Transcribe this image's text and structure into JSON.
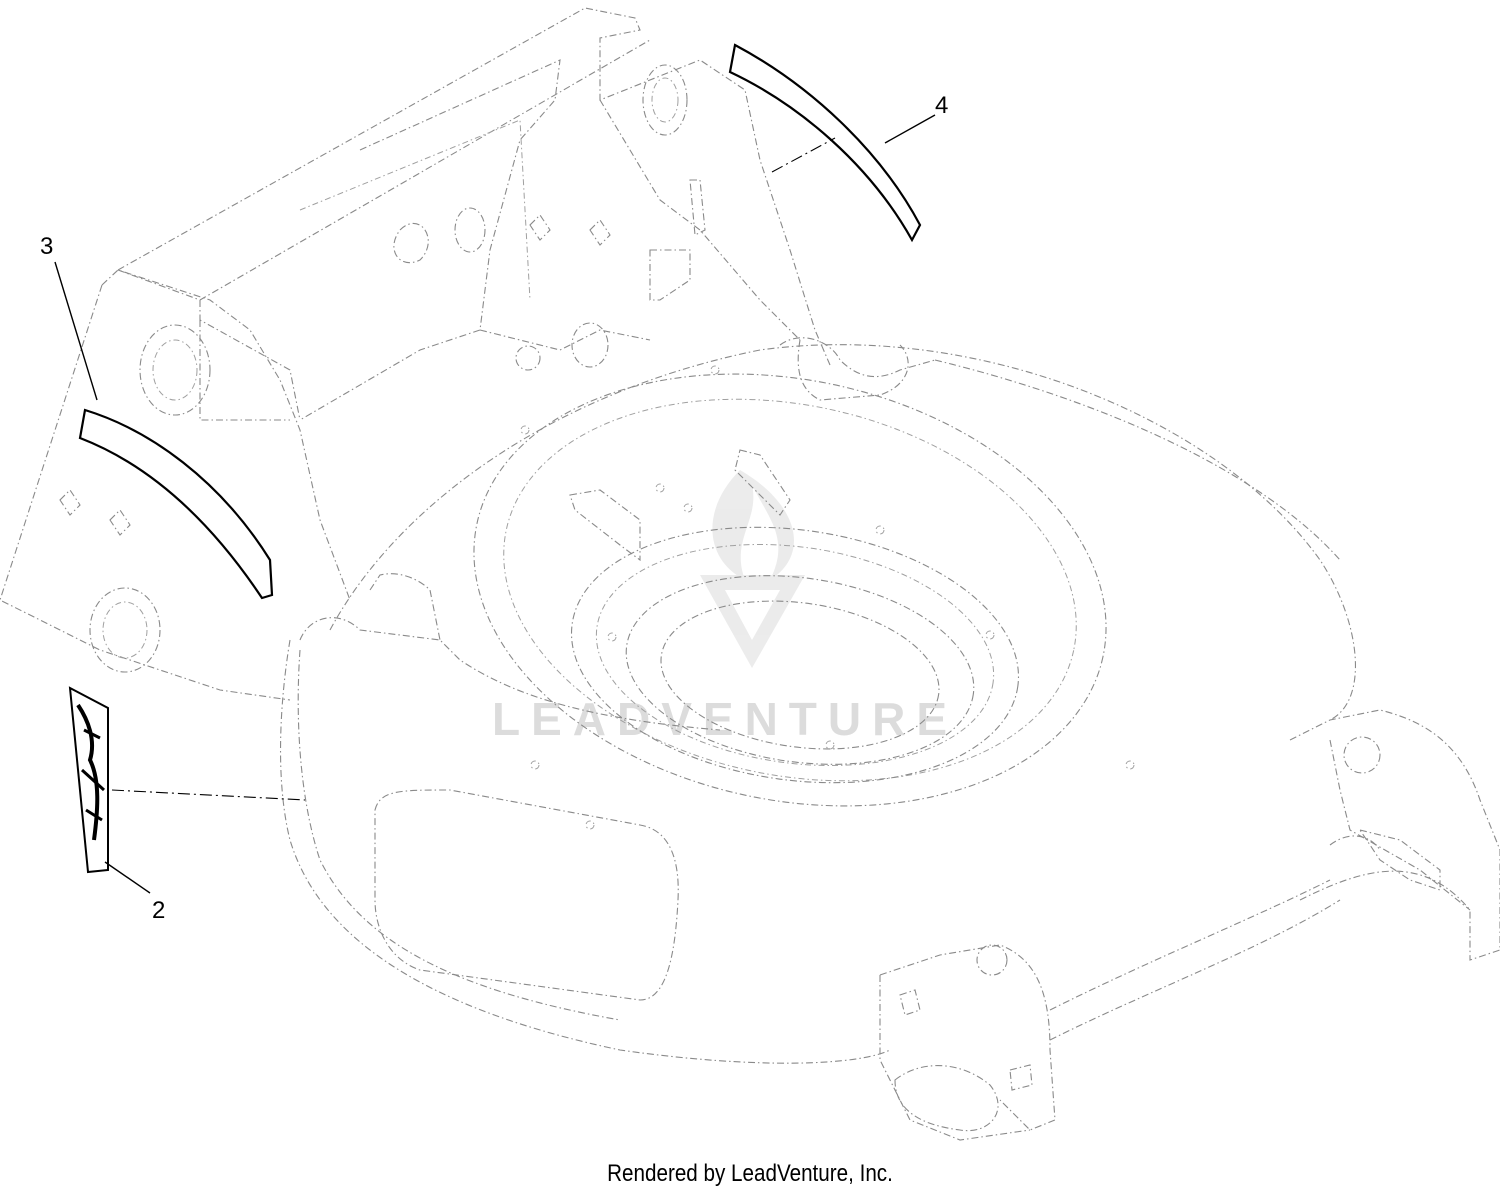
{
  "callouts": [
    {
      "id": "2",
      "label": "2"
    },
    {
      "id": "3",
      "label": "3"
    },
    {
      "id": "4",
      "label": "4"
    }
  ],
  "watermark": {
    "text": "LEADVENTURE",
    "color": "#dcdcdc"
  },
  "footer": {
    "text": "Rendered by LeadVenture, Inc."
  },
  "colors": {
    "line": "#000000",
    "ghost": "#8a8a8a",
    "background": "#ffffff"
  }
}
